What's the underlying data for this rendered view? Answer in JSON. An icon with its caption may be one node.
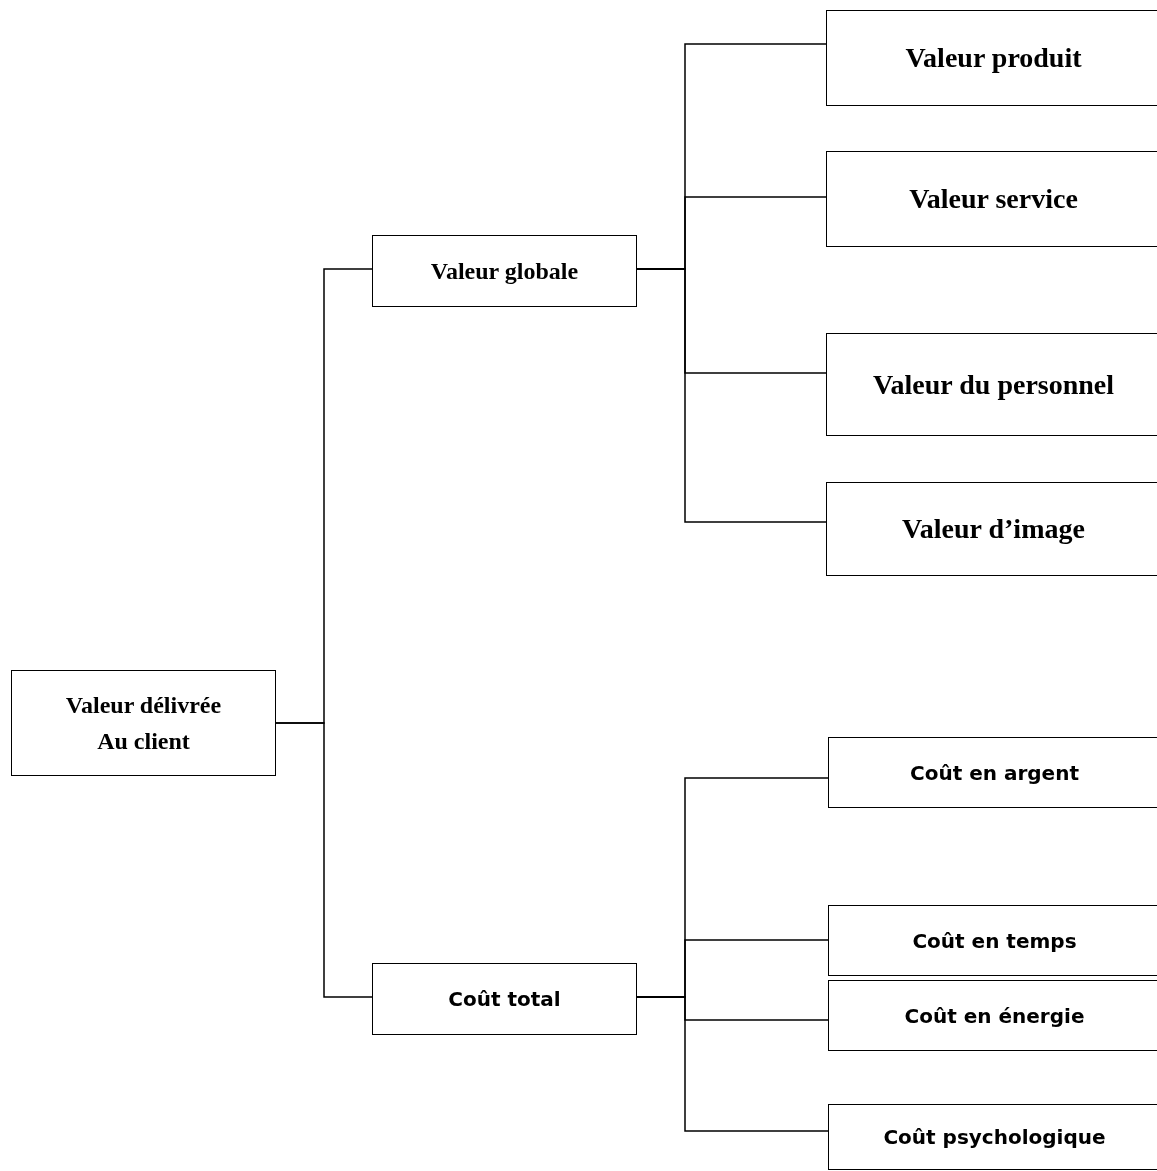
{
  "diagram": {
    "nodes": [
      {
        "text": [
          "Valeur délivrée Au client"
        ]
      },
      {
        "text": [
          "Valeur globale"
        ]
      },
      {
        "text": [
          "Coût total"
        ]
      },
      {
        "text": [
          "Valeur produit"
        ]
      },
      {
        "text": [
          "Valeur service"
        ]
      },
      {
        "text": [
          "Valeur du personnel"
        ]
      },
      {
        "text": [
          "Valeur d’image"
        ]
      },
      {
        "text": [
          "Coût en argent"
        ]
      },
      {
        "text": [
          "Coût en temps"
        ]
      },
      {
        "text": [
          "Coût en énergie"
        ]
      },
      {
        "text": [
          "Coût psychologique"
        ]
      }
    ],
    "edges": [
      {
        "from": 0,
        "to": 1,
        "arrow": "none"
      },
      {
        "from": 0,
        "to": 2,
        "arrow": "none"
      },
      {
        "from": 1,
        "to": 3,
        "arrow": "none"
      },
      {
        "from": 1,
        "to": 4,
        "arrow": "none"
      },
      {
        "from": 1,
        "to": 5,
        "arrow": "none"
      },
      {
        "from": 1,
        "to": 6,
        "arrow": "none"
      },
      {
        "from": 2,
        "to": 7,
        "arrow": "none"
      },
      {
        "from": 2,
        "to": 8,
        "arrow": "none"
      },
      {
        "from": 2,
        "to": 9,
        "arrow": "none"
      },
      {
        "from": 2,
        "to": 10,
        "arrow": "none"
      }
    ]
  }
}
